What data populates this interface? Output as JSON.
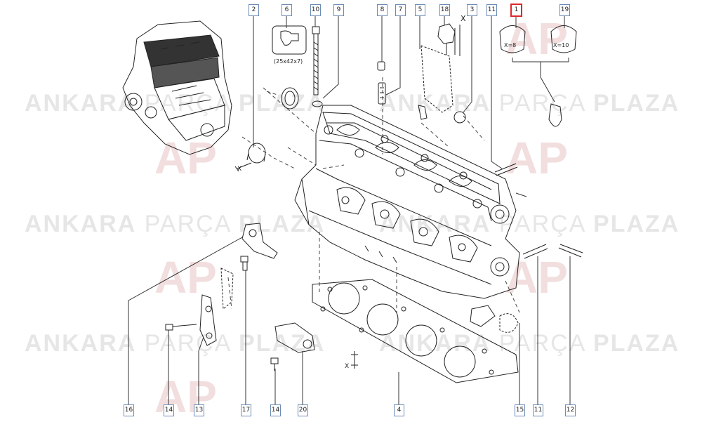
{
  "watermark": {
    "bold1": "ANKARA",
    "light": "PARÇA",
    "bold2": "PLAZA",
    "logo": "AP"
  },
  "callouts": {
    "c1": "1",
    "c2": "2",
    "c3": "3",
    "c4": "4",
    "c5": "5",
    "c6": "6",
    "c7": "7",
    "c8": "8",
    "c9": "9",
    "c10": "10",
    "c11a": "11",
    "c11b": "11",
    "c12": "12",
    "c13": "13",
    "c14a": "14",
    "c14b": "14",
    "c15": "15",
    "c16": "16",
    "c17": "17",
    "c18": "18",
    "c19": "19",
    "c20": "20"
  },
  "seal_size": "(25x42x7)",
  "pin_tags": {
    "t1": "X=8",
    "t2": "X=10"
  },
  "dim_x": "X",
  "selected_callout": "1",
  "colors": {
    "callout_border": "#6b8bb5",
    "selected_border": "#e0262a",
    "line": "#222222"
  }
}
